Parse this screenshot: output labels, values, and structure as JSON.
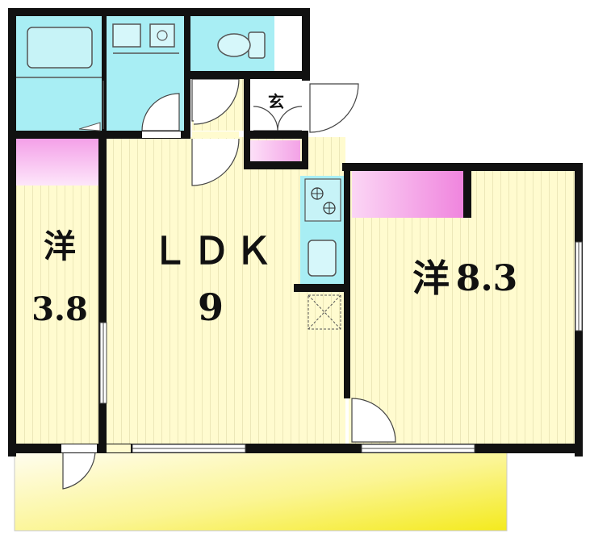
{
  "rooms": {
    "western_small": {
      "name": "洋",
      "size": "3.8"
    },
    "ldk": {
      "name": "ＬＤＫ",
      "size": "9"
    },
    "western_large": {
      "name": "洋",
      "size": "8.3"
    },
    "entrance": {
      "name": "玄"
    }
  },
  "colors": {
    "wall": "#111111",
    "floor": "#fffbc8",
    "floor_stripe": "#d9d4a0",
    "wet_area": "#a8eef4",
    "closet": "#f5a0e6",
    "balcony_start": "#fffbe0",
    "balcony_end": "#f6ee3a"
  }
}
